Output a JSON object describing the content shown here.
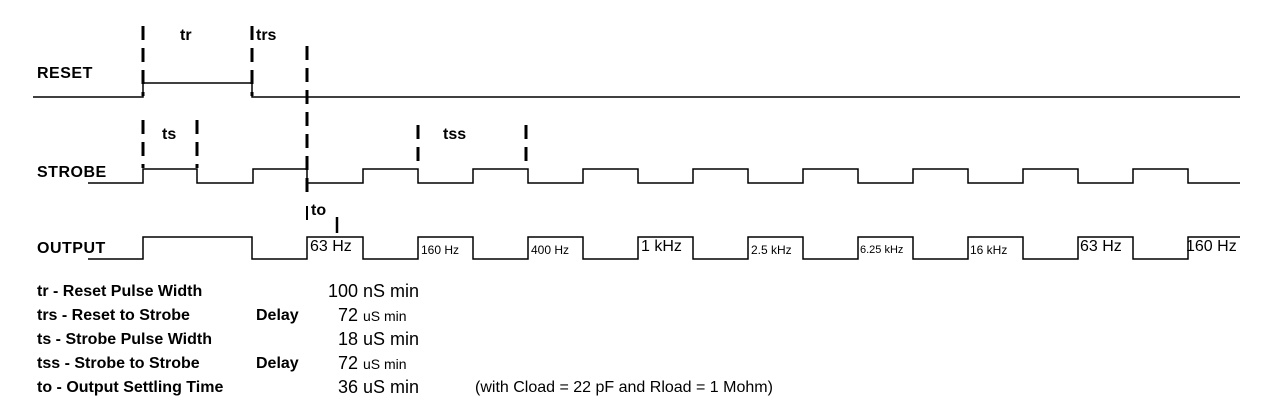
{
  "signals": {
    "reset": "RESET",
    "strobe": "STROBE",
    "output": "OUTPUT"
  },
  "interval_labels": {
    "tr": "tr",
    "trs": "trs",
    "ts": "ts",
    "tss": "tss",
    "to": "to"
  },
  "frequencies": [
    "63 Hz",
    "160 Hz",
    "400 Hz",
    "1 kHz",
    "2.5 kHz",
    "6.25 kHz",
    "16 kHz",
    "63 Hz",
    "160 Hz"
  ],
  "timing_specs": [
    {
      "label": "tr - Reset Pulse Width",
      "delay": "",
      "value": "100",
      "unit": "nS min",
      "unit_size": "big"
    },
    {
      "label": "trs - Reset to Strobe",
      "delay": "Delay",
      "value": "72",
      "unit": "uS min",
      "unit_size": "small"
    },
    {
      "label": "ts - Strobe Pulse Width",
      "delay": "",
      "value": "18",
      "unit": "uS min",
      "unit_size": "big"
    },
    {
      "label": "tss - Strobe to Strobe",
      "delay": "Delay",
      "value": "72",
      "unit": "uS min",
      "unit_size": "small"
    },
    {
      "label": "to - Output Settling Time",
      "delay": "",
      "value": "36",
      "unit": "uS min",
      "unit_size": "big"
    }
  ],
  "note": "(with Cload = 22 pF and Rload = 1 Mohm)"
}
